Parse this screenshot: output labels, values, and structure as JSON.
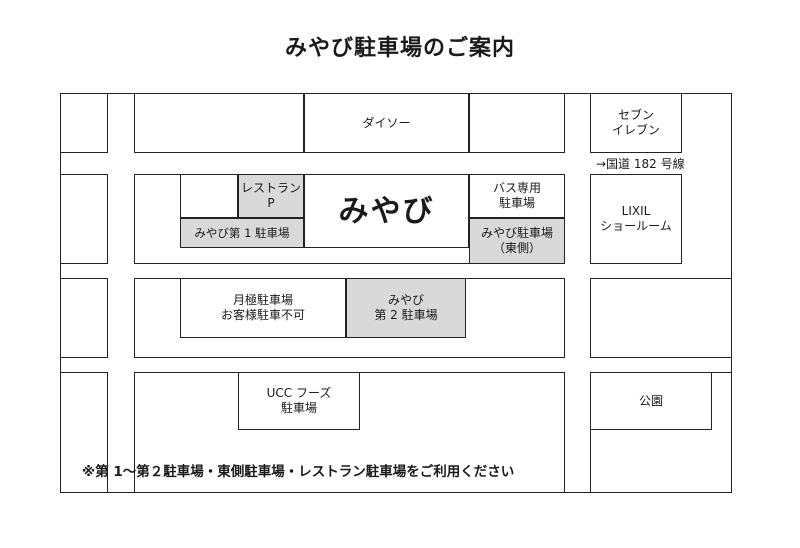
{
  "title": "みやび駐車場のご案内",
  "places": {
    "daiso": "ダイソー",
    "seven": "セブン\nイレブン",
    "route": "→国道 182 号線",
    "restaurant_p": "レストラン\nP",
    "miyabi": "みやび",
    "bus": "バス専用\n駐車場",
    "lixil": "LIXIL\nショールーム",
    "p1": "みやび第 1 駐車場",
    "east": "みやび駐車場\n（東側）",
    "monthly": "月極駐車場\nお客様駐車不可",
    "p2": "みやび\n第 2 駐車場",
    "ucc": "UCC フーズ\n駐車場",
    "park": "公園"
  },
  "note": "※第 1～第２駐車場・東側駐車場・レストラン駐車場をご利用ください"
}
